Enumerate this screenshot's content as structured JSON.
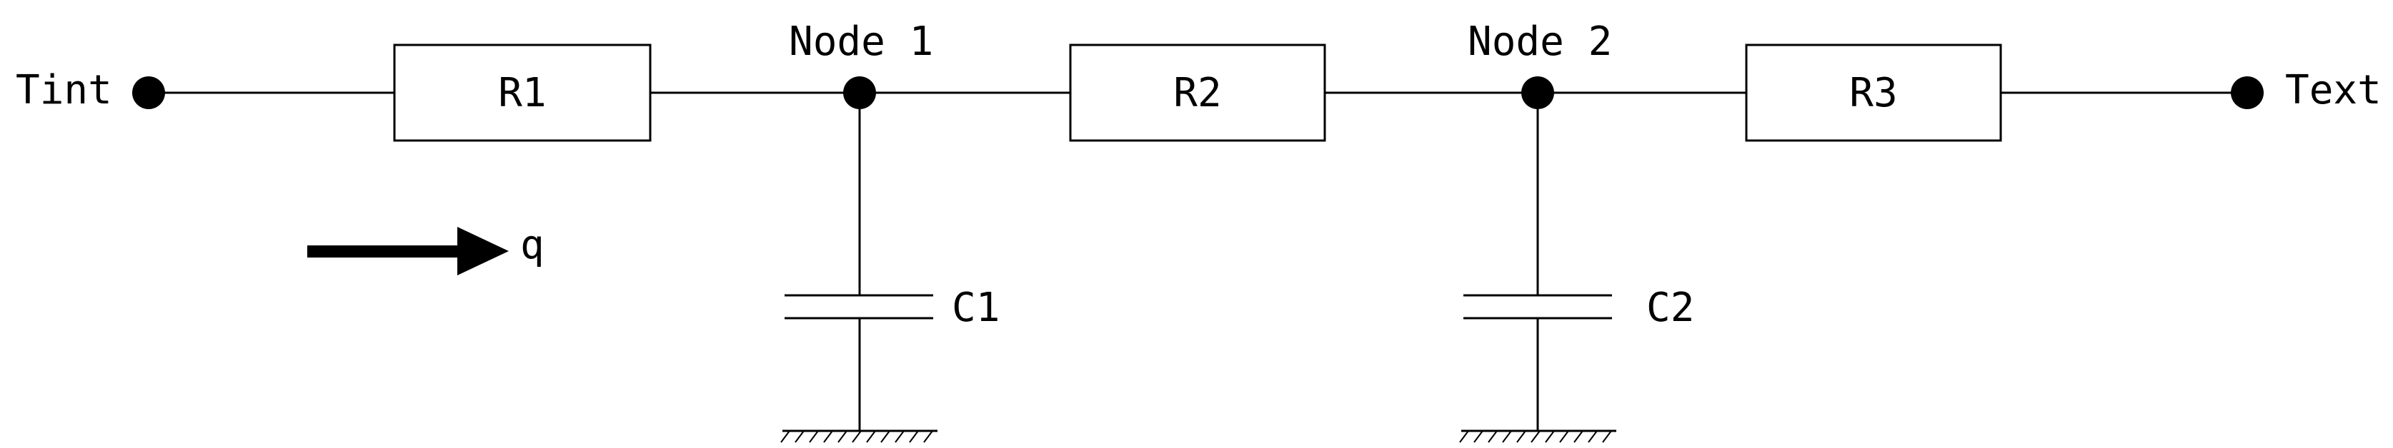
{
  "diagram": {
    "terminals": {
      "internal": "Tint",
      "external": "Text"
    },
    "nodes": {
      "node1": "Node 1",
      "node2": "Node 2"
    },
    "resistors": {
      "r1": "R1",
      "r2": "R2",
      "r3": "R3"
    },
    "capacitors": {
      "c1": "C1",
      "c2": "C2"
    },
    "flow": {
      "label": "q"
    }
  }
}
